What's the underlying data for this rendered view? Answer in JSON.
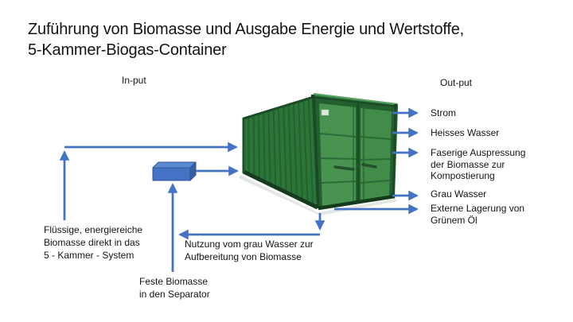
{
  "slide": {
    "title": "Zuführung von Biomasse und Ausgabe Energie und Wertstoffe,\n5-Kammer-Biogas-Container",
    "headings": {
      "input": "In-put",
      "output": "Out-put"
    },
    "outputs": [
      "Strom",
      "Heisses Wasser",
      "Faserige Auspressung\nder Biomasse zur\nKompostierung",
      "Grau Wasser",
      "Externe Lagerung von\nGrünem Öl"
    ],
    "inputs": {
      "liquid_biomass": "Flüssige, energiereiche\nBiomasse direkt in das\n5 - Kammer - System",
      "solid_biomass": "Feste Biomasse\nin den Separator",
      "grey_water_recycle": "Nutzung vom grau Wasser zur\nAufbereitung von Biomasse"
    },
    "graphics": {
      "container_shape": "green shipping container, 3-quarter view, doors on right end",
      "separator_shape": "blue 3D box (separator)"
    },
    "colors": {
      "arrow_blue": "#4472C4",
      "separator_front_blue": "#4472C4",
      "separator_outline_blue": "#2F5597",
      "container_side_green": "#2C7539",
      "container_door_green": "#47934F",
      "container_frame_green": "#1B4B24",
      "background": "#FFFFFF",
      "text": "#141414"
    }
  }
}
